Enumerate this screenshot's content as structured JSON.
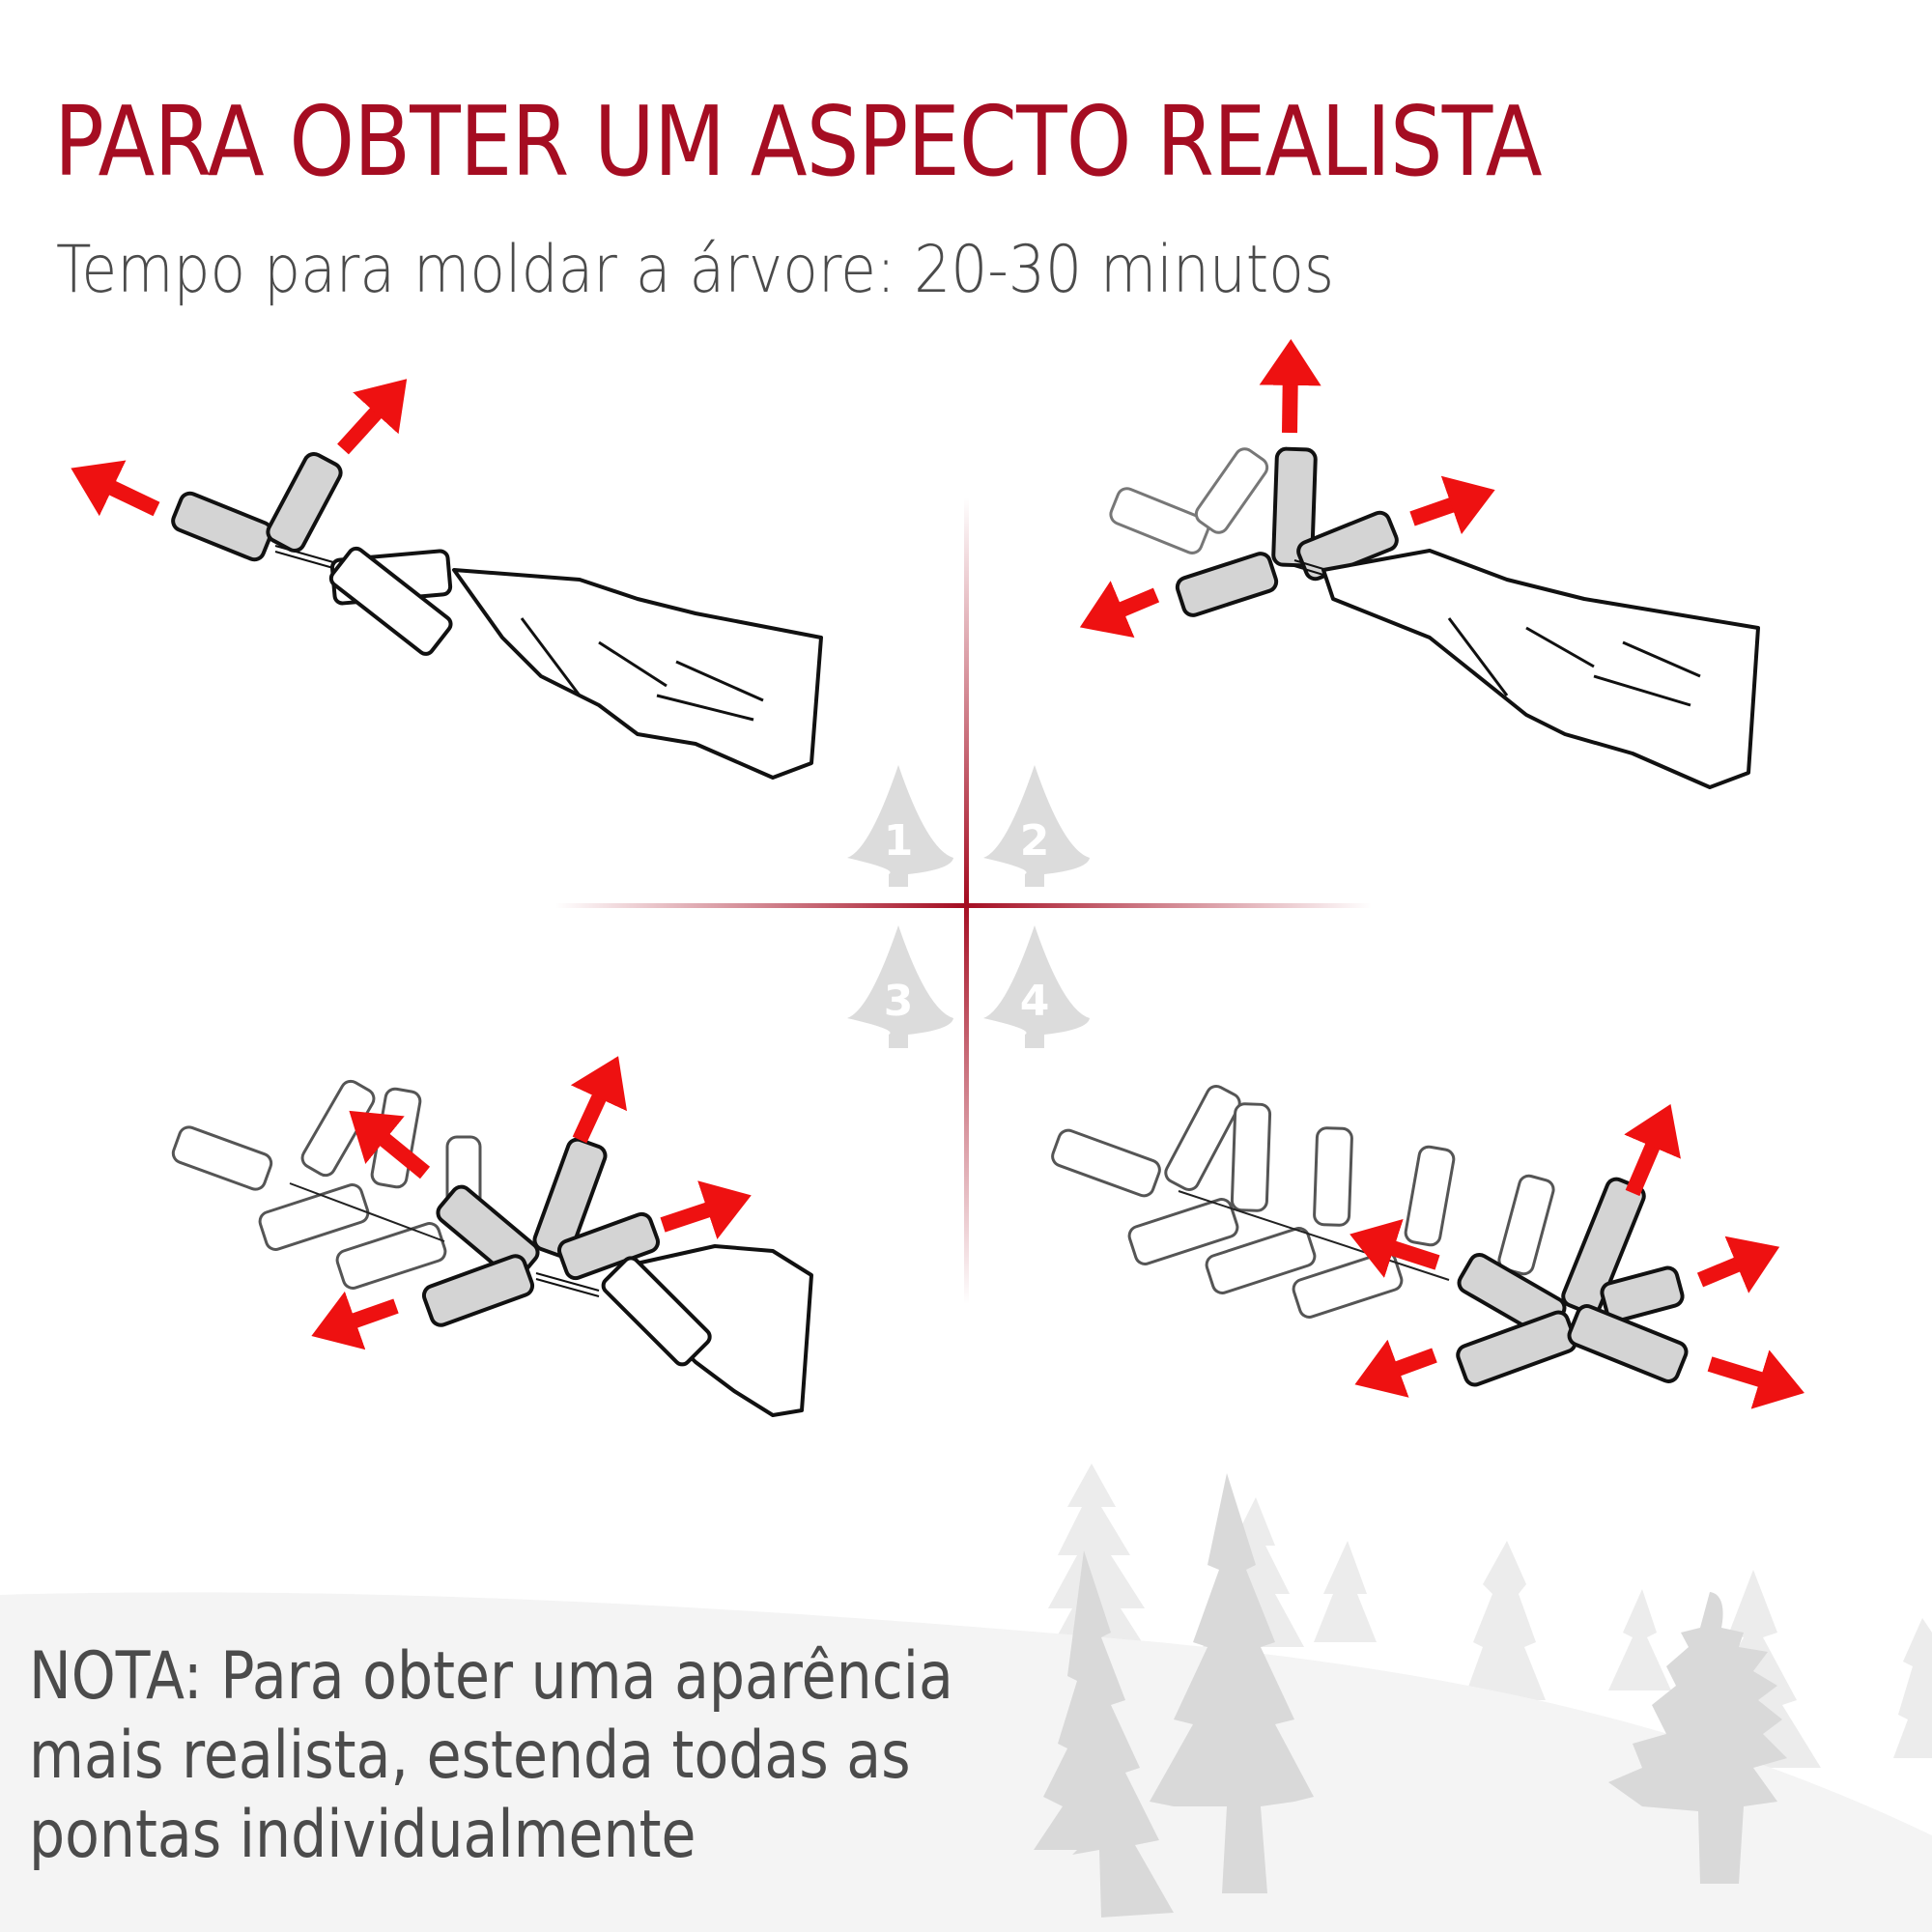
{
  "header": {
    "title": "PARA OBTER UM ASPECTO REALISTA",
    "subtitle": "Tempo para moldar a árvore: 20-30 minutos"
  },
  "steps": [
    {
      "number": "1",
      "label": "1",
      "description": "Branch with two gray tips extended, arrows pointing up-right and left"
    },
    {
      "number": "2",
      "label": "2",
      "description": "Branch with four gray tips fanned out, arrows pointing up, right and down-left"
    },
    {
      "number": "3",
      "label": "3",
      "description": "Branch with more tips fanned out, arrows pointing up, up-left, right and down-left"
    },
    {
      "number": "4",
      "label": "4",
      "description": "Branch fully fanned, arrows pointing up, left, right, down-right and down-left"
    }
  ],
  "note": {
    "lines": [
      "NOTA: Para obter uma aparência",
      "mais realista, estenda todas as",
      "pontas individualmente"
    ]
  },
  "colors": {
    "title_red": "#a50d22",
    "text_gray": "#4b4b4b",
    "arrow_red": "#ee1111",
    "tip_gray": "#d4d4d4",
    "step_tree_gray": "#dcdcdc",
    "background_tree_gray": "#e4e4e4",
    "snow_gray": "#f4f4f4"
  }
}
